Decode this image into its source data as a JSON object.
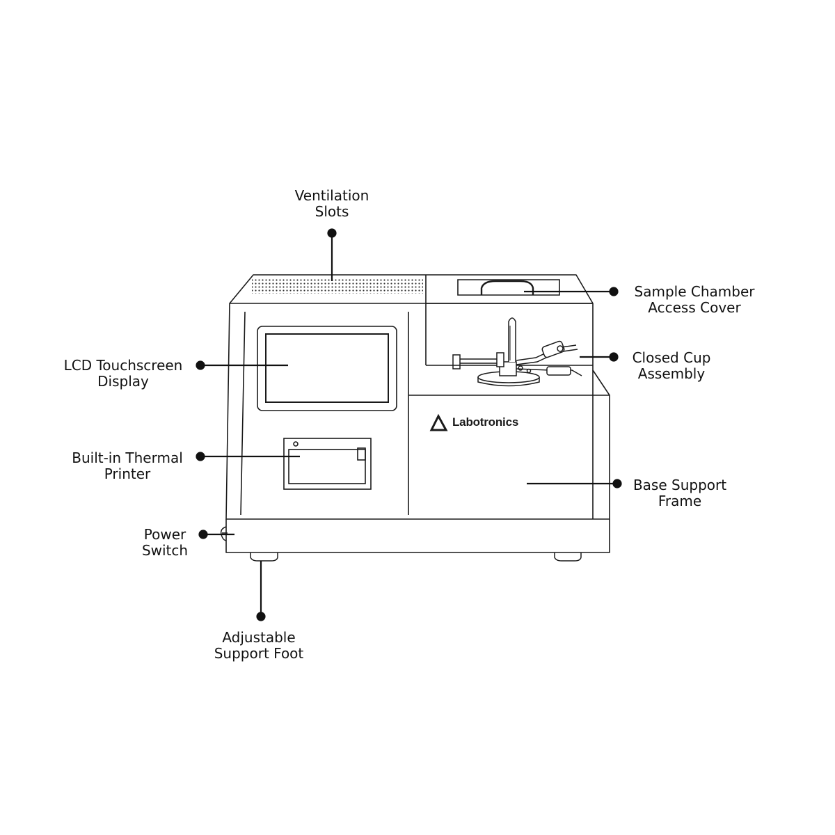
{
  "brand": {
    "name": "Labotronics"
  },
  "callouts": {
    "ventilation": {
      "line1": "Ventilation",
      "line2": "Slots"
    },
    "cover": {
      "line1": "Sample Chamber",
      "line2": "Access Cover"
    },
    "lcd": {
      "line1": "LCD Touchscreen",
      "line2": "Display"
    },
    "cup": {
      "line1": "Closed Cup",
      "line2": "Assembly"
    },
    "printer": {
      "line1": "Built-in Thermal",
      "line2": "Printer"
    },
    "frame": {
      "line1": "Base Support",
      "line2": "Frame"
    },
    "power": {
      "line1": "Power",
      "line2": "Switch"
    },
    "foot": {
      "line1": "Adjustable",
      "line2": "Support Foot"
    }
  },
  "colors": {
    "line": "#1a1a1a",
    "background": "#ffffff"
  }
}
